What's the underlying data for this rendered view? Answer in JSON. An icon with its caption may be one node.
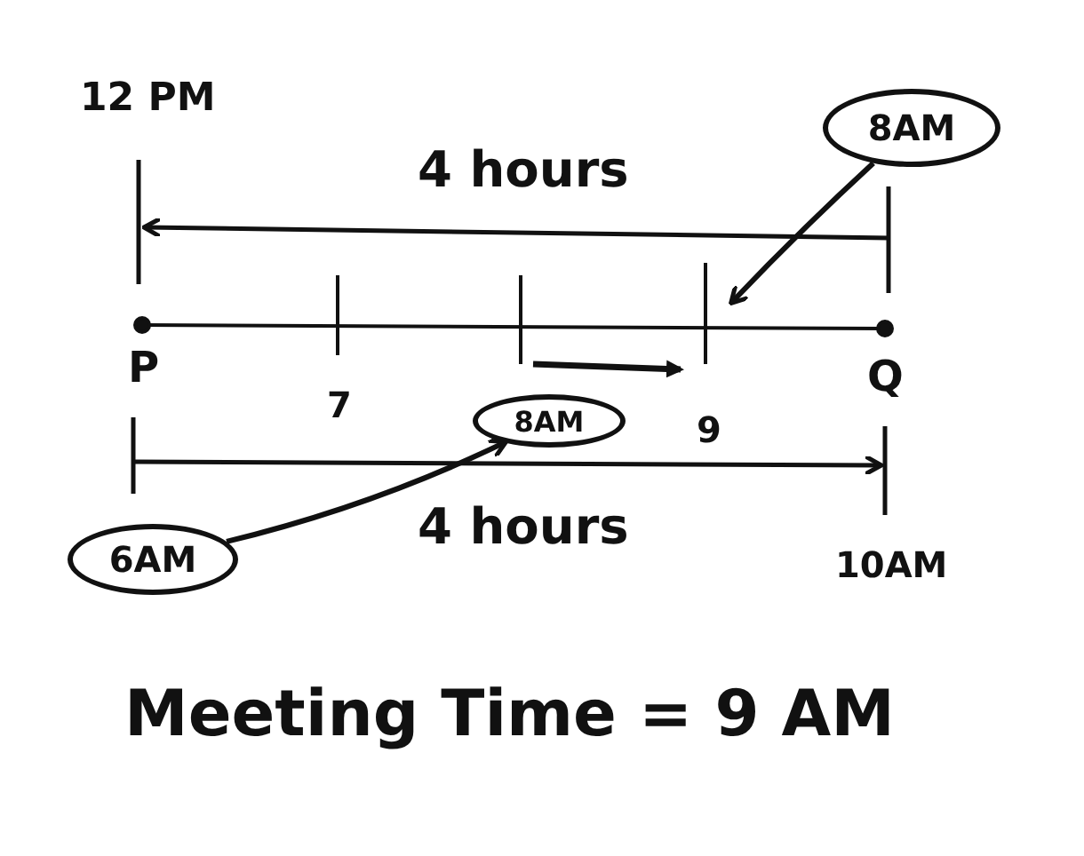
{
  "diagram": {
    "caption": "Meeting Time = 9 AM",
    "nodes": [
      {
        "text": [
          "8AM"
        ]
      },
      {
        "text": [
          "8AM"
        ]
      },
      {
        "text": [
          "6AM"
        ]
      }
    ],
    "edges": [
      {
        "from": 0,
        "to": null,
        "arrow": "to"
      },
      {
        "from": 2,
        "to": 1,
        "arrow": "to"
      }
    ],
    "labels": [
      "12 PM",
      "4 hours",
      "P",
      "7",
      "9",
      "Q",
      "4 hours",
      "10AM"
    ]
  }
}
